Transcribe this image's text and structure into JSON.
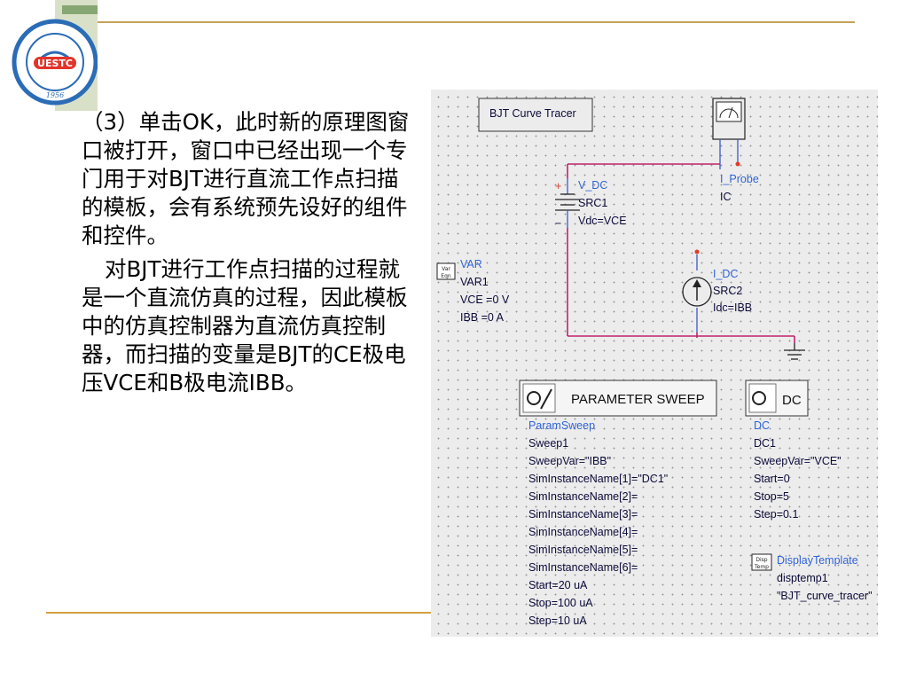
{
  "logo": {
    "text": "UESTC",
    "year": "1956"
  },
  "paragraphs": [
    "（3）单击OK，此时新的原理图窗口被打开，窗口中已经出现一个专门用于对BJT进行直流工作点扫描的模板，会有系统预先设好的组件和控件。",
    "对BJT进行工作点扫描的过程就是一个直流仿真的过程，因此模板中的仿真控制器为直流仿真控制器，而扫描的变量是BJT的CE极电压VCE和B极电流IBB。"
  ],
  "schematic": {
    "title_box": "BJT Curve Tracer",
    "vdc": {
      "name": "V_DC",
      "inst": "SRC1",
      "param": "Vdc=VCE",
      "plus": "+",
      "minus": "−"
    },
    "probe": {
      "name": "I_Probe",
      "inst": "IC"
    },
    "idc": {
      "name": "I_DC",
      "inst": "SRC2",
      "param": "Idc=IBB"
    },
    "var": {
      "icon_top": "Var",
      "icon_bottom": "Eqn",
      "name": "VAR",
      "inst": "VAR1",
      "lines": [
        "VCE =0 V",
        "IBB =0 A"
      ]
    },
    "sweep": {
      "header": "PARAMETER SWEEP",
      "name": "ParamSweep",
      "lines": [
        "Sweep1",
        "SweepVar=\"IBB\"",
        "SimInstanceName[1]=\"DC1\"",
        "SimInstanceName[2]=",
        "SimInstanceName[3]=",
        "SimInstanceName[4]=",
        "SimInstanceName[5]=",
        "SimInstanceName[6]=",
        "Start=20 uA",
        "Stop=100 uA",
        "Step=10 uA"
      ]
    },
    "dc": {
      "header": "DC",
      "name": "DC",
      "lines": [
        "DC1",
        "SweepVar=\"VCE\"",
        "Start=0",
        "Stop=5",
        "Step=0.1"
      ]
    },
    "display": {
      "icon_top": "Disp",
      "icon_bottom": "Temp",
      "name": "DisplayTemplate",
      "lines": [
        "disptemp1",
        "\"BJT_curve_tracer\""
      ]
    }
  }
}
